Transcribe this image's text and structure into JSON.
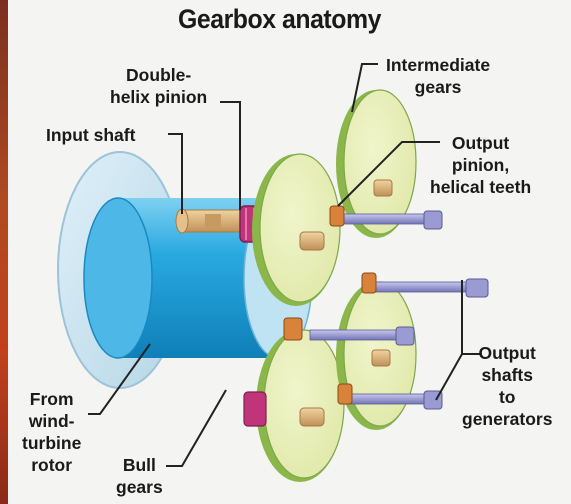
{
  "diagram": {
    "title": "Gearbox anatomy",
    "labels": {
      "double_helix_pinion": [
        "Double-",
        "helix pinion"
      ],
      "intermediate_gears": [
        "Intermediate",
        "gears"
      ],
      "input_shaft": [
        "Input shaft"
      ],
      "output_pinion": [
        "Output",
        "pinion,",
        "helical teeth"
      ],
      "output_shafts": [
        "Output",
        "shafts",
        "to",
        "generators"
      ],
      "from_rotor": [
        "From",
        "wind-",
        "turbine",
        "rotor"
      ],
      "bull_gears": [
        "Bull",
        "gears"
      ]
    },
    "colors": {
      "rotor_blue": "#1a9fd6",
      "plate_edge": "#b9d9e8",
      "gear_face": "#e8efb8",
      "gear_rim": "#8ab64a",
      "pinion_magenta": "#c0357a",
      "pin_tan": "#d9b27a",
      "shaft_purple": "#8e8fc7",
      "helical_orange": "#d8823a"
    }
  }
}
